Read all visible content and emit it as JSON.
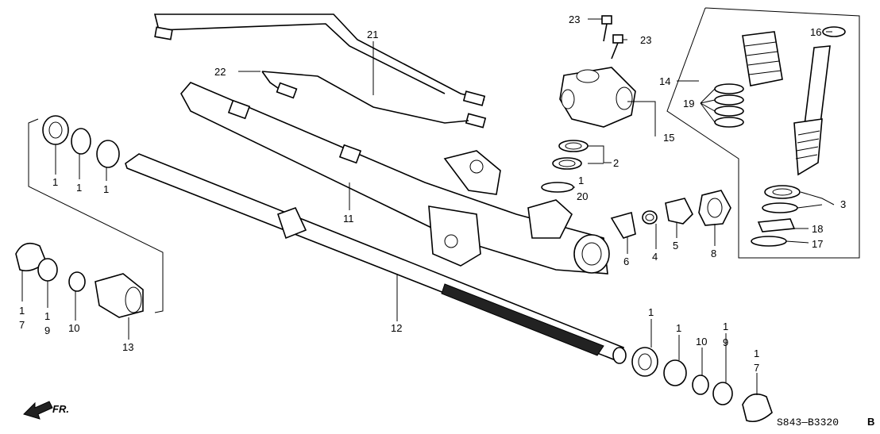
{
  "diagram": {
    "code": "S843—B3320",
    "code_suffix": "B",
    "direction_label": "FR.",
    "labels": {
      "p21": "21",
      "p22": "22",
      "p23a": "23",
      "p23b": "23",
      "p16": "16",
      "p14": "14",
      "p19": "19",
      "p15": "15",
      "p2": "2",
      "p1_20": "1",
      "p20": "20",
      "p11": "11",
      "p3": "3",
      "p18": "18",
      "p17": "17",
      "p4": "4",
      "p5": "5",
      "p6": "6",
      "p8": "8",
      "pL1a": "1",
      "pL1b": "1",
      "pL1c": "1",
      "p7a_top": "1",
      "p7a": "7",
      "p9a_top": "1",
      "p9a": "9",
      "p10a": "10",
      "p13": "13",
      "p12": "12",
      "pR1a": "1",
      "pR1b": "1",
      "pR10": "10",
      "p9b_top": "1",
      "p9b": "9",
      "p7b_top": "1",
      "p7b": "7"
    }
  }
}
